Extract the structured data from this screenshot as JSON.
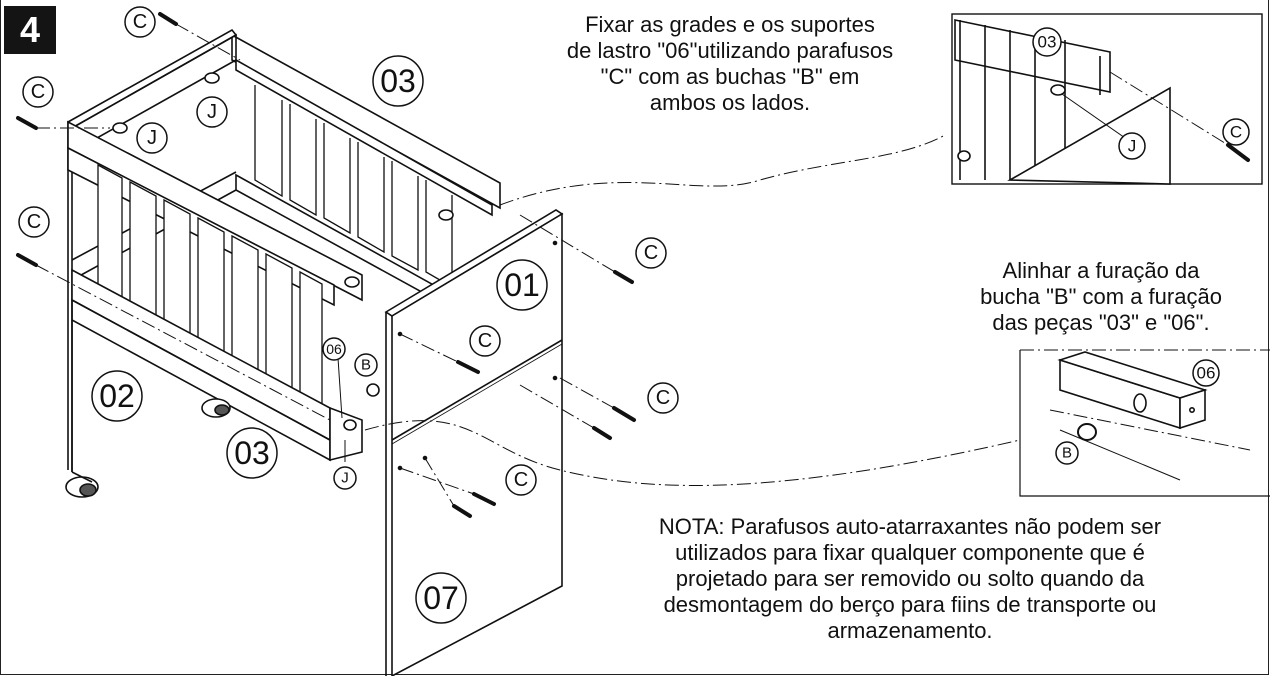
{
  "step": {
    "number": "4"
  },
  "instructions": {
    "main": "Fixar as grades e os suportes\nde lastro \"06\"utilizando parafusos\n\"C\" com as buchas \"B\" em\nambos os lados.",
    "align": "Alinhar a furação da\nbucha \"B\" com a furação\ndas peças \"03\" e \"06\".",
    "note": "NOTA: Parafusos auto-atarraxantes não podem ser\nutilizados para fixar qualquer componente que é\nprojetado para ser removido ou solto quando da\ndesmontagem do berço para fiins de transporte ou\narmazenamento."
  },
  "labels": {
    "screw": "C",
    "dowel": "J",
    "bushing": "B",
    "part_01": "01",
    "part_02": "02",
    "part_03": "03",
    "part_06": "06",
    "part_07": "07"
  },
  "colors": {
    "line": "#111111",
    "badge": "#141414",
    "background": "#ffffff"
  }
}
